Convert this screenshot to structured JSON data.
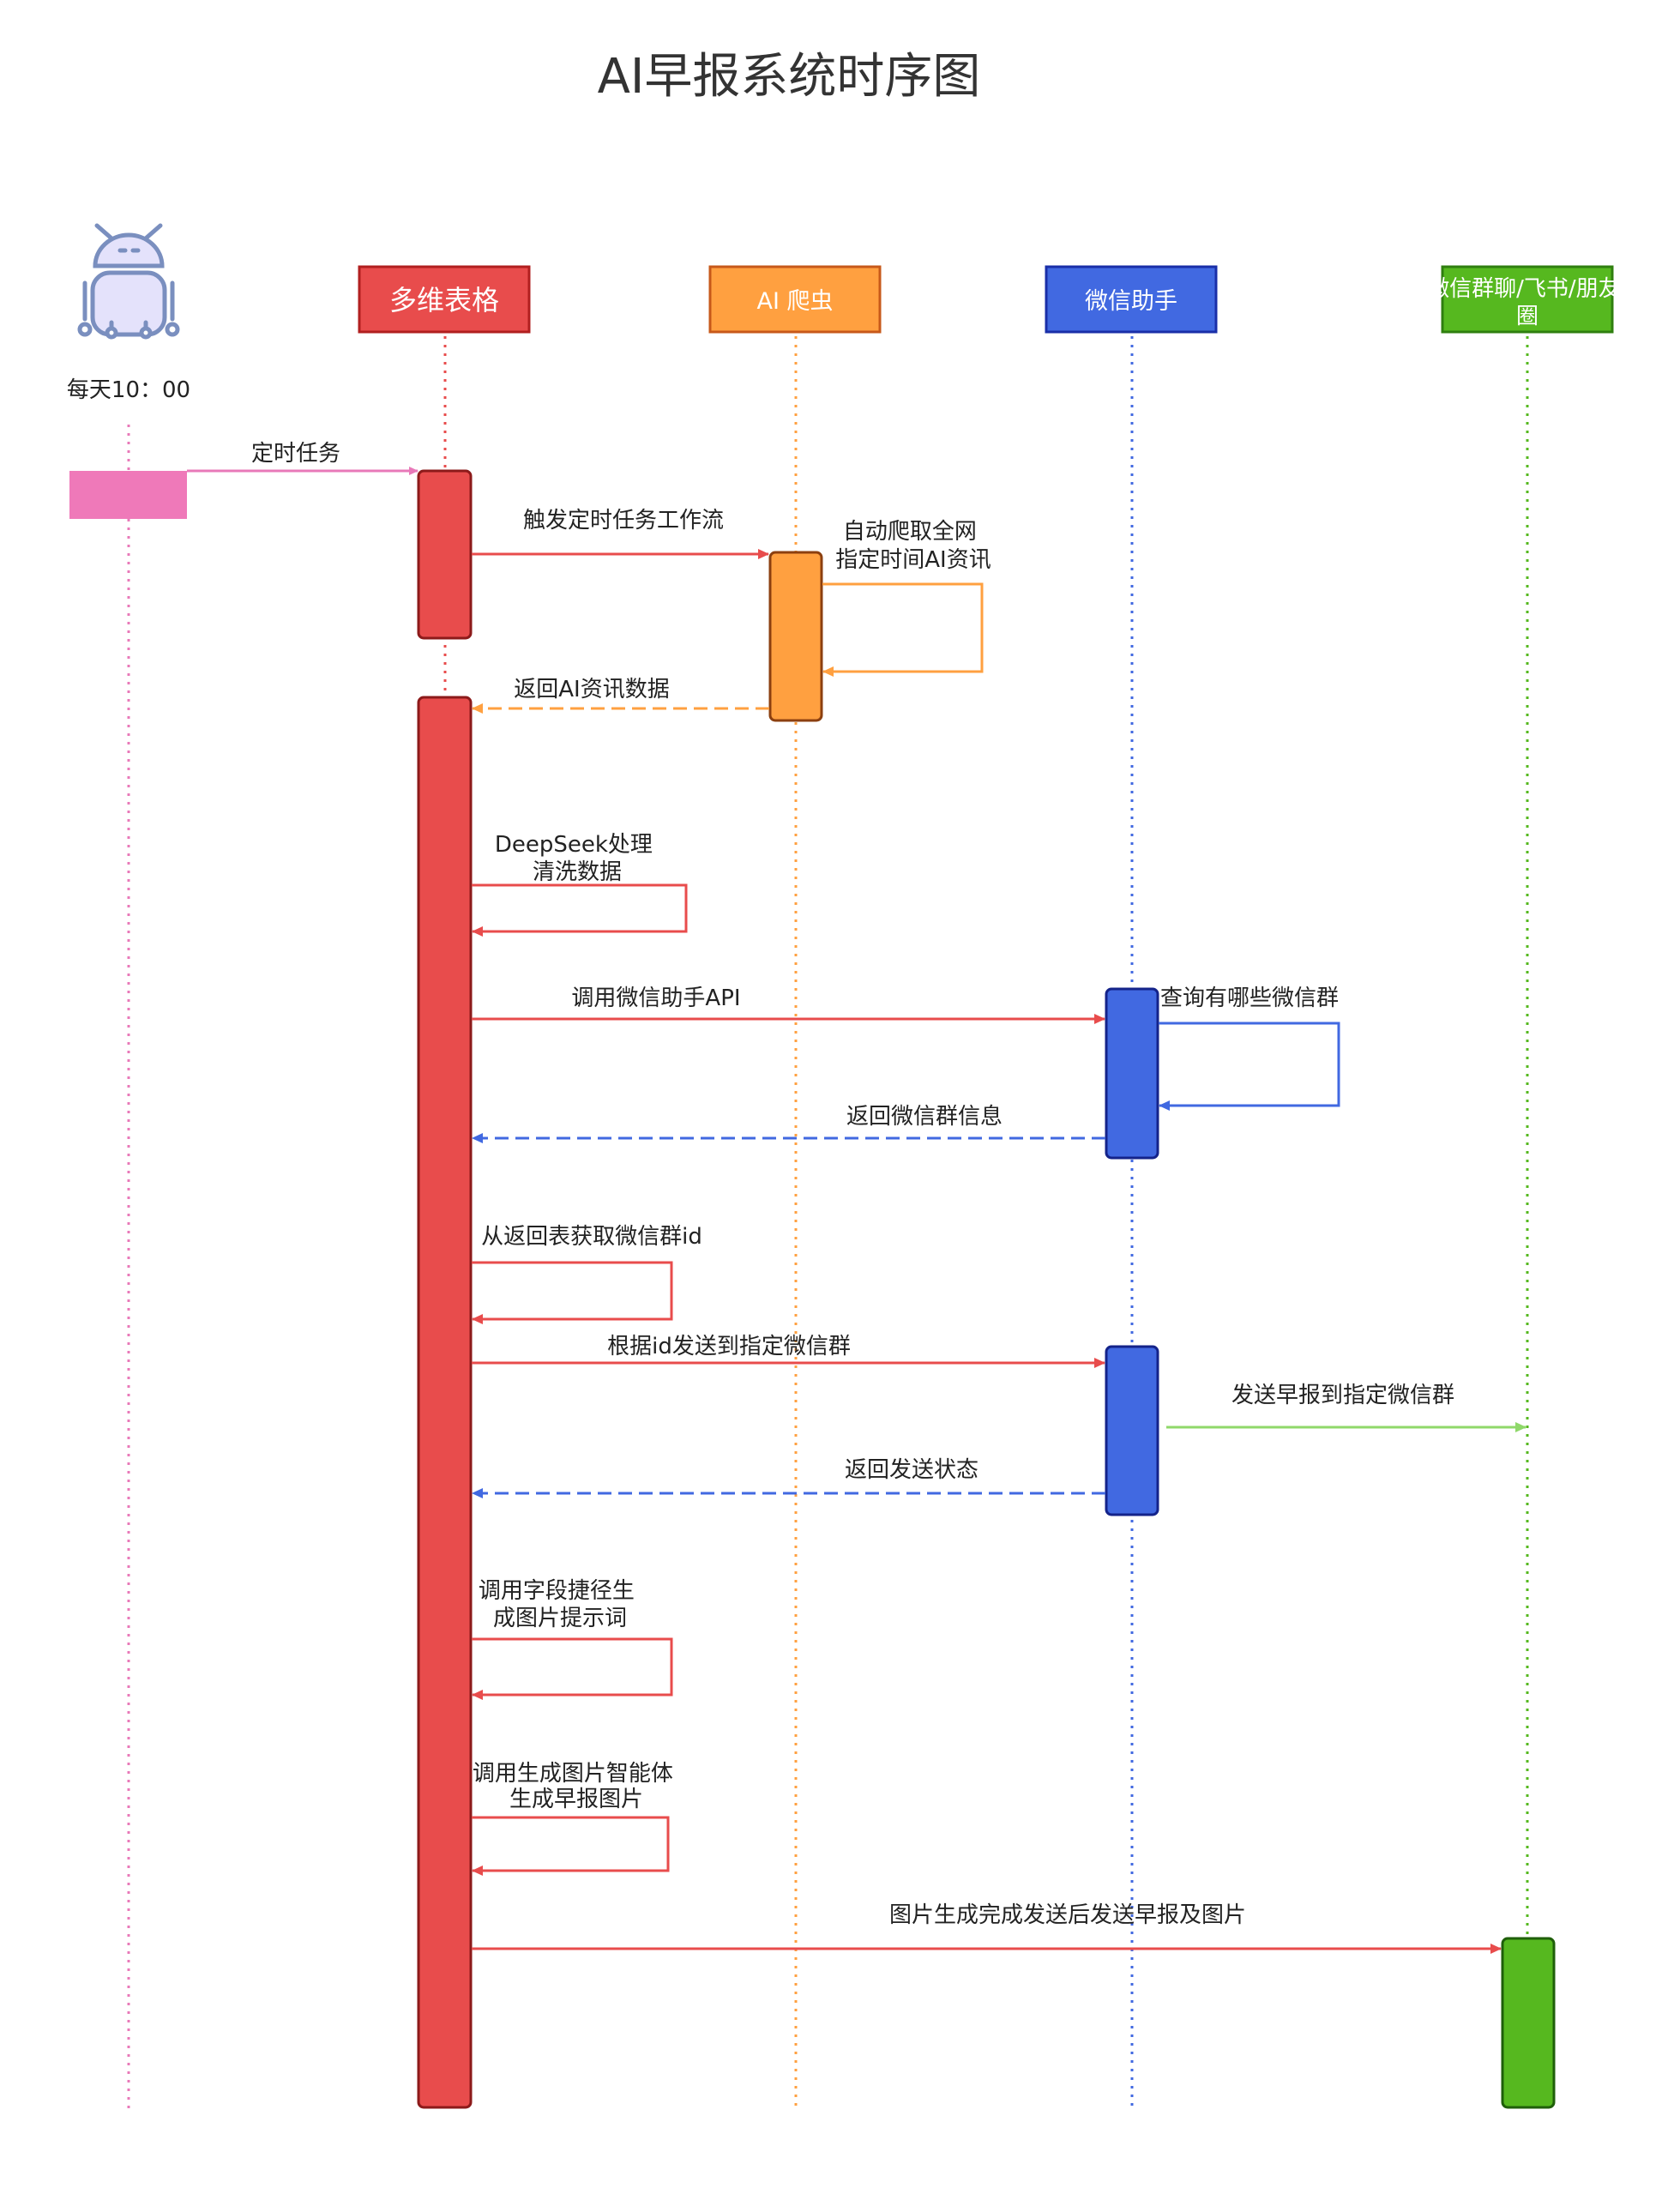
{
  "title": "AI早报系统时序图",
  "trigger": {
    "label": "每天10：00",
    "color": "#e879b9"
  },
  "participants": [
    {
      "id": "table",
      "label": "多维表格",
      "fill": "#e84c4c",
      "stroke": "#b11f1f",
      "text": "#ffffff"
    },
    {
      "id": "crawler",
      "label": "AI 爬虫",
      "fill": "#ffa040",
      "stroke": "#c7591a",
      "text": "#ffffff"
    },
    {
      "id": "wechat",
      "label": "微信助手",
      "fill": "#4169e1",
      "stroke": "#1a2fa8",
      "text": "#ffffff"
    },
    {
      "id": "target",
      "label": "微信群聊/飞书/朋友圈",
      "fill": "#56b81f",
      "stroke": "#2f7f0f",
      "text": "#ffffff"
    }
  ],
  "messages": [
    {
      "id": "m1",
      "text": "定时任务",
      "from": "trigger",
      "to": "table",
      "style": "solid",
      "color": "#e879b9"
    },
    {
      "id": "m2",
      "text": "触发定时任务工作流",
      "from": "table",
      "to": "crawler",
      "style": "solid",
      "color": "#e84c4c"
    },
    {
      "id": "m3",
      "text": "自动爬取全网指定时间AI资讯",
      "from": "crawler",
      "to": "crawler",
      "style": "self",
      "color": "#ffa040"
    },
    {
      "id": "m4",
      "text": "返回AI资讯数据",
      "from": "crawler",
      "to": "table",
      "style": "dashed",
      "color": "#ffa040"
    },
    {
      "id": "m5",
      "text": "DeepSeek处理清洗数据",
      "from": "table",
      "to": "table",
      "style": "self",
      "color": "#e84c4c"
    },
    {
      "id": "m6",
      "text": "调用微信助手API",
      "from": "table",
      "to": "wechat",
      "style": "solid",
      "color": "#e84c4c"
    },
    {
      "id": "m7",
      "text": "查询有哪些微信群",
      "from": "wechat",
      "to": "wechat",
      "style": "self",
      "color": "#4169e1"
    },
    {
      "id": "m8",
      "text": "返回微信群信息",
      "from": "wechat",
      "to": "table",
      "style": "dashed",
      "color": "#4169e1"
    },
    {
      "id": "m9",
      "text": "从返回表获取微信群id",
      "from": "table",
      "to": "table",
      "style": "self",
      "color": "#e84c4c"
    },
    {
      "id": "m10",
      "text": "根据id发送到指定微信群",
      "from": "table",
      "to": "wechat",
      "style": "solid",
      "color": "#e84c4c"
    },
    {
      "id": "m11",
      "text": "发送早报到指定微信群",
      "from": "wechat",
      "to": "target",
      "style": "solid",
      "color": "#8fd86a"
    },
    {
      "id": "m12",
      "text": "返回发送状态",
      "from": "wechat",
      "to": "table",
      "style": "dashed",
      "color": "#4169e1"
    },
    {
      "id": "m13",
      "text": "调用字段捷径生成图片提示词",
      "from": "table",
      "to": "table",
      "style": "self",
      "color": "#e84c4c"
    },
    {
      "id": "m14",
      "text": "调用生成图片智能体生成早报图片",
      "from": "table",
      "to": "table",
      "style": "self",
      "color": "#e84c4c"
    },
    {
      "id": "m15",
      "text": "图片生成完成发送后发送早报及图片",
      "from": "table",
      "to": "target",
      "style": "solid",
      "color": "#e84c4c"
    }
  ]
}
